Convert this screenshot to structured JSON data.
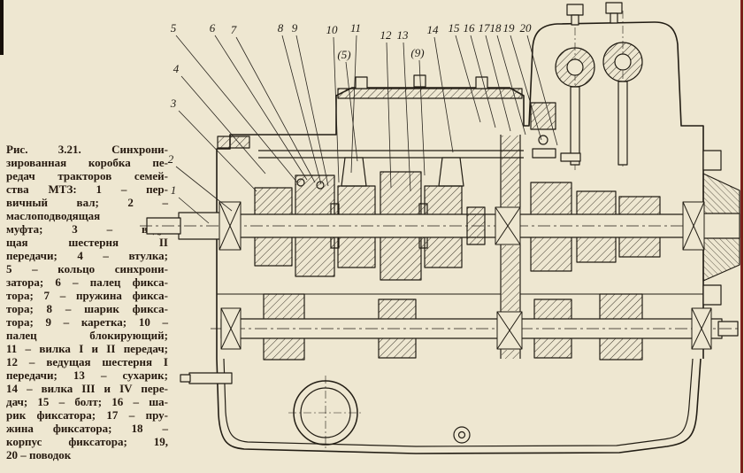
{
  "page": {
    "background": "#eee7d1",
    "edge_color": "#7d1f1c"
  },
  "caption": {
    "lines": [
      "Рис. 3.21. Синхрони-",
      "зированная коробка пе-",
      "редач тракторов семей-",
      "ства МТЗ: 1 – пер-",
      "вичный вал; 2 –",
      "маслоподводящая",
      "муфта; 3 – веду-",
      "щая шестерня II",
      "передачи; 4 – втулка;",
      "5 – кольцо синхрони-",
      "затора; 6 – палец фикса-",
      "тора; 7 – пружина фикса-",
      "тора; 8 – шарик фикса-",
      "тора; 9 – каретка; 10 –",
      "палец блокирующий;",
      "11 – вилка I и II передач;",
      "12 – ведущая шестерня I",
      "передачи; 13 – сухарик;",
      "14 – вилка III и IV пере-",
      "дач; 15 – болт; 16 – ша-",
      "рик фиксатора; 17 – пру-",
      "жина фиксатора; 18 –",
      "корпус фиксатора; 19,",
      "20 – поводок"
    ]
  },
  "figure": {
    "callouts": [
      {
        "label": "5"
      },
      {
        "label": "6"
      },
      {
        "label": "7"
      },
      {
        "label": "8"
      },
      {
        "label": "9"
      },
      {
        "label": "10"
      },
      {
        "label": "11"
      },
      {
        "label": "(5)"
      },
      {
        "label": "12"
      },
      {
        "label": "13"
      },
      {
        "label": "(9)"
      },
      {
        "label": "14"
      },
      {
        "label": "15"
      },
      {
        "label": "16"
      },
      {
        "label": "17"
      },
      {
        "label": "18"
      },
      {
        "label": "19"
      },
      {
        "label": "20"
      },
      {
        "label": "4"
      },
      {
        "label": "3"
      },
      {
        "label": "2"
      },
      {
        "label": "1"
      }
    ]
  }
}
